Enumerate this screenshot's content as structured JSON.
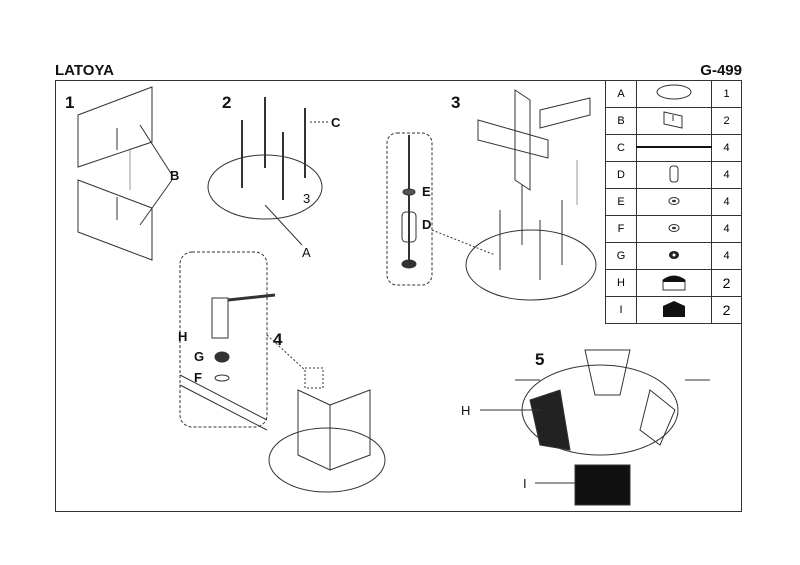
{
  "header": {
    "model": "LATOYA",
    "code": "G-499"
  },
  "steps": [
    "1",
    "2",
    "3",
    "4",
    "5"
  ],
  "callouts": {
    "step1": [
      "B"
    ],
    "step2": [
      "C",
      "A"
    ],
    "step2_marker": "3",
    "step3": [
      "E",
      "D"
    ],
    "step4": [
      "H",
      "G",
      "F"
    ],
    "step5": [
      "H",
      "I"
    ]
  },
  "parts": [
    {
      "letter": "A",
      "icon": "round-tabletop",
      "qty": "1"
    },
    {
      "letter": "B",
      "icon": "panel",
      "qty": "2"
    },
    {
      "letter": "C",
      "icon": "rod",
      "qty": "4"
    },
    {
      "letter": "D",
      "icon": "sleeve",
      "qty": "4"
    },
    {
      "letter": "E",
      "icon": "washer",
      "qty": "4"
    },
    {
      "letter": "F",
      "icon": "washer",
      "qty": "4"
    },
    {
      "letter": "G",
      "icon": "nut",
      "qty": "4"
    },
    {
      "letter": "H",
      "icon": "cover-light",
      "qty": "2"
    },
    {
      "letter": "I",
      "icon": "cover-dark",
      "qty": "2"
    }
  ]
}
